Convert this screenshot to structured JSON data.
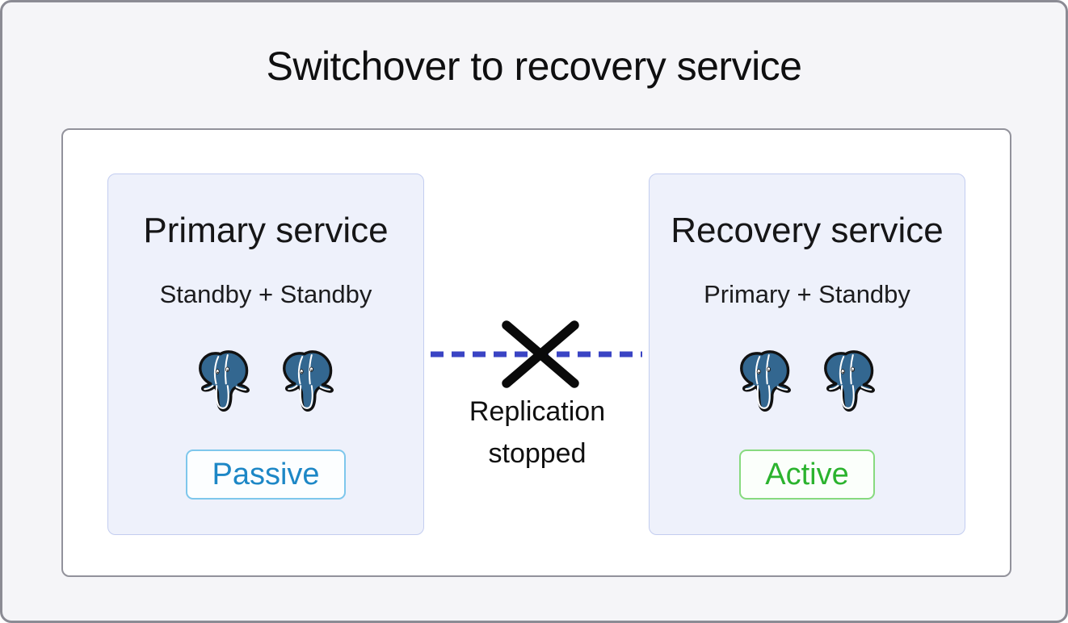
{
  "title": "Switchover to recovery service",
  "diagram": {
    "cards": [
      {
        "id": "primary-service",
        "title": "Primary service",
        "subtitle": "Standby + Standby",
        "icons": [
          "postgresql-elephant-icon",
          "postgresql-elephant-icon"
        ],
        "badge": {
          "label": "Passive",
          "text_color": "#1d87c6",
          "border_color": "#7ec7ec",
          "bg_color": "#fcfeff"
        }
      },
      {
        "id": "recovery-service",
        "title": "Recovery service",
        "subtitle": "Primary + Standby",
        "icons": [
          "postgresql-elephant-icon",
          "postgresql-elephant-icon"
        ],
        "badge": {
          "label": "Active",
          "text_color": "#2bb32e",
          "border_color": "#87da7f",
          "bg_color": "#fbfffb"
        }
      }
    ],
    "connector": {
      "style": "dashed",
      "label": [
        "Replication",
        "stopped"
      ],
      "line_color": "#3a44c4",
      "cross_color": "#0a0a0a"
    },
    "icon_colors": {
      "postgres_blue": "#336790",
      "outline": "#111111",
      "detail": "#ffffff"
    }
  }
}
